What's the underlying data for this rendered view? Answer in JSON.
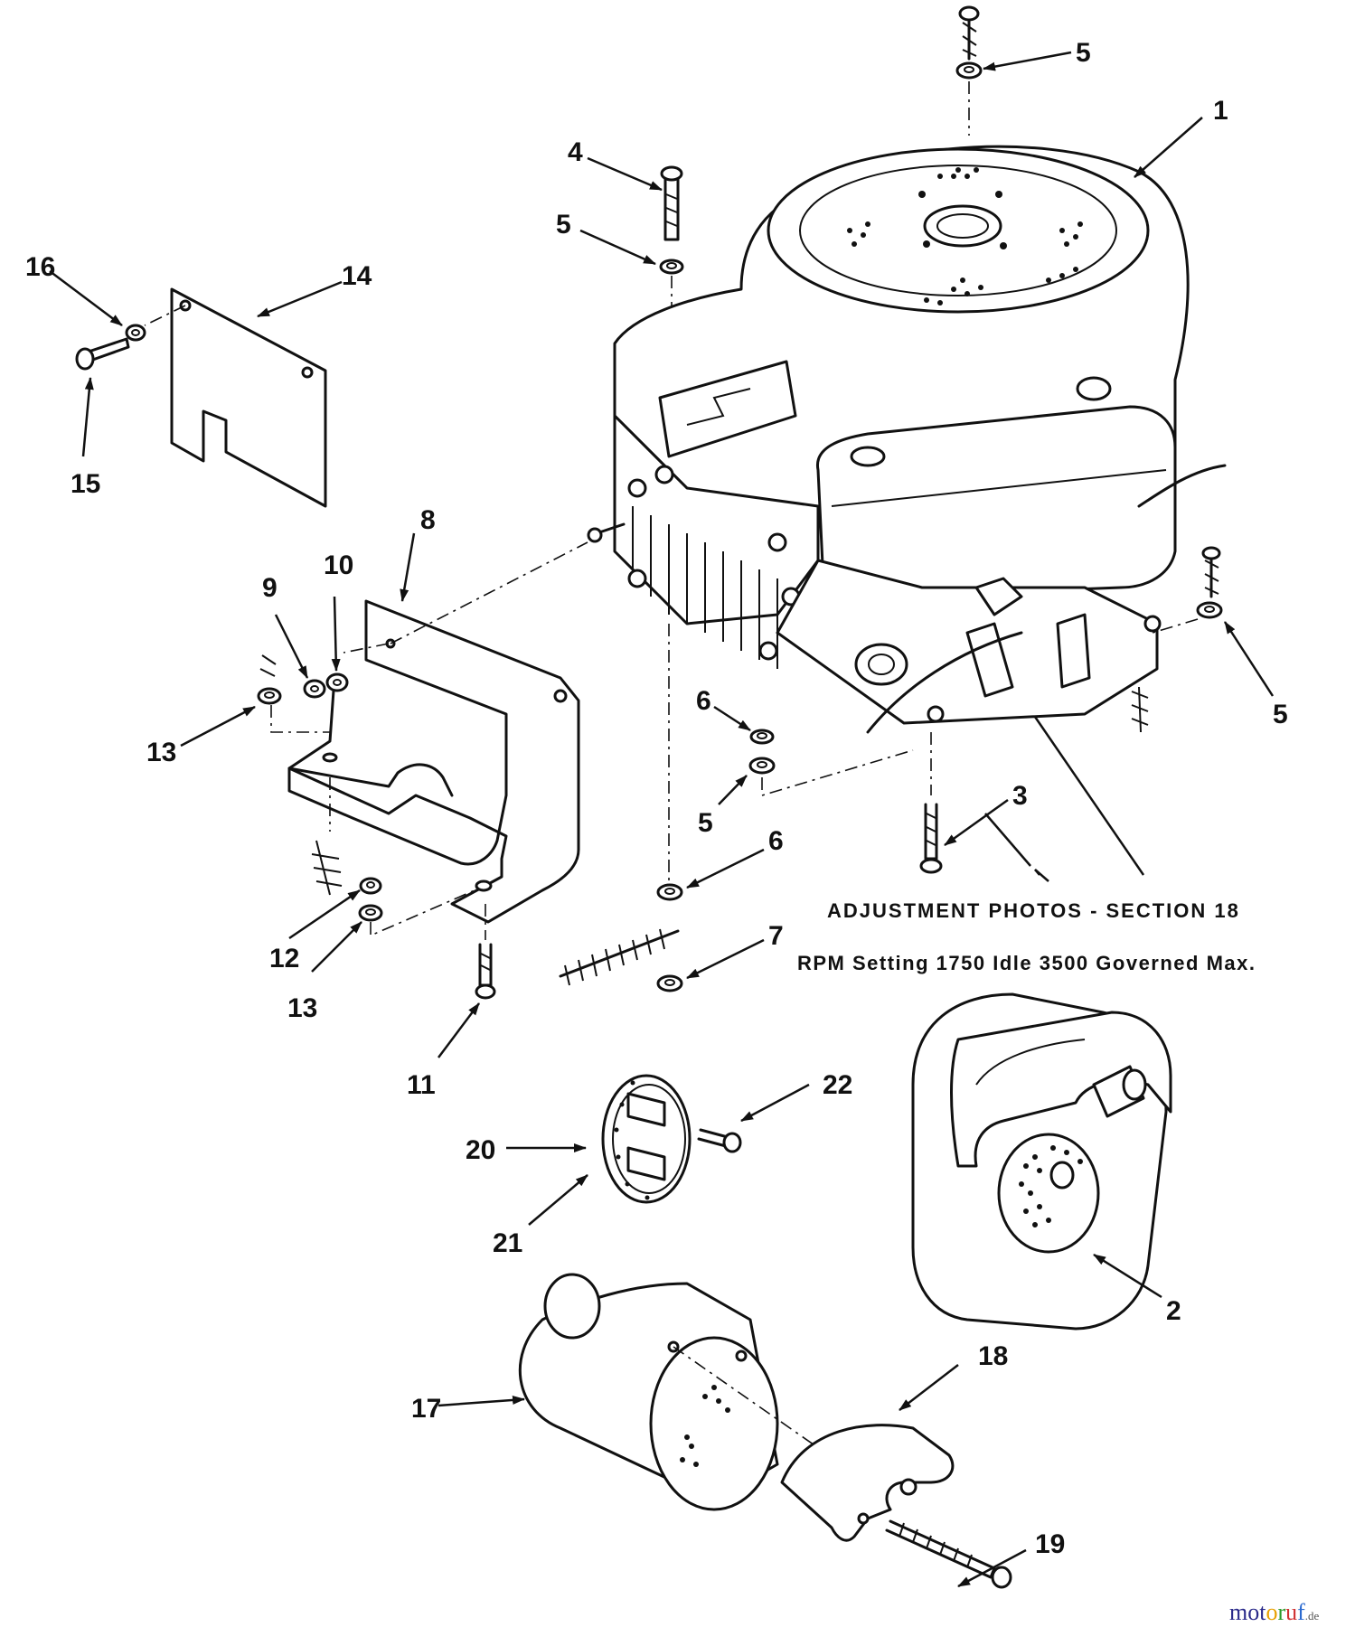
{
  "notes": {
    "adjustment": "ADJUSTMENT PHOTOS - SECTION 18",
    "rpm": "RPM Setting 1750 Idle 3500 Governed Max."
  },
  "callouts": {
    "c1": "1",
    "c2": "2",
    "c3": "3",
    "c4": "4",
    "c5a": "5",
    "c5b": "5",
    "c5c": "5",
    "c5d": "5",
    "c6a": "6",
    "c6b": "6",
    "c7": "7",
    "c8": "8",
    "c9": "9",
    "c10": "10",
    "c11": "11",
    "c12": "12",
    "c13a": "13",
    "c13b": "13",
    "c14": "14",
    "c15": "15",
    "c16": "16",
    "c17": "17",
    "c18": "18",
    "c19": "19",
    "c20": "20",
    "c21": "21",
    "c22": "22"
  },
  "watermark": {
    "text_m1": "mot",
    "text_o": "o",
    "text_r": "r",
    "text_u": "u",
    "text_f": "f",
    "text_de": ".de",
    "colors": [
      "#2a2a8a",
      "#e8a000",
      "#2a9a2a",
      "#d03030",
      "#2a6ad0"
    ]
  }
}
